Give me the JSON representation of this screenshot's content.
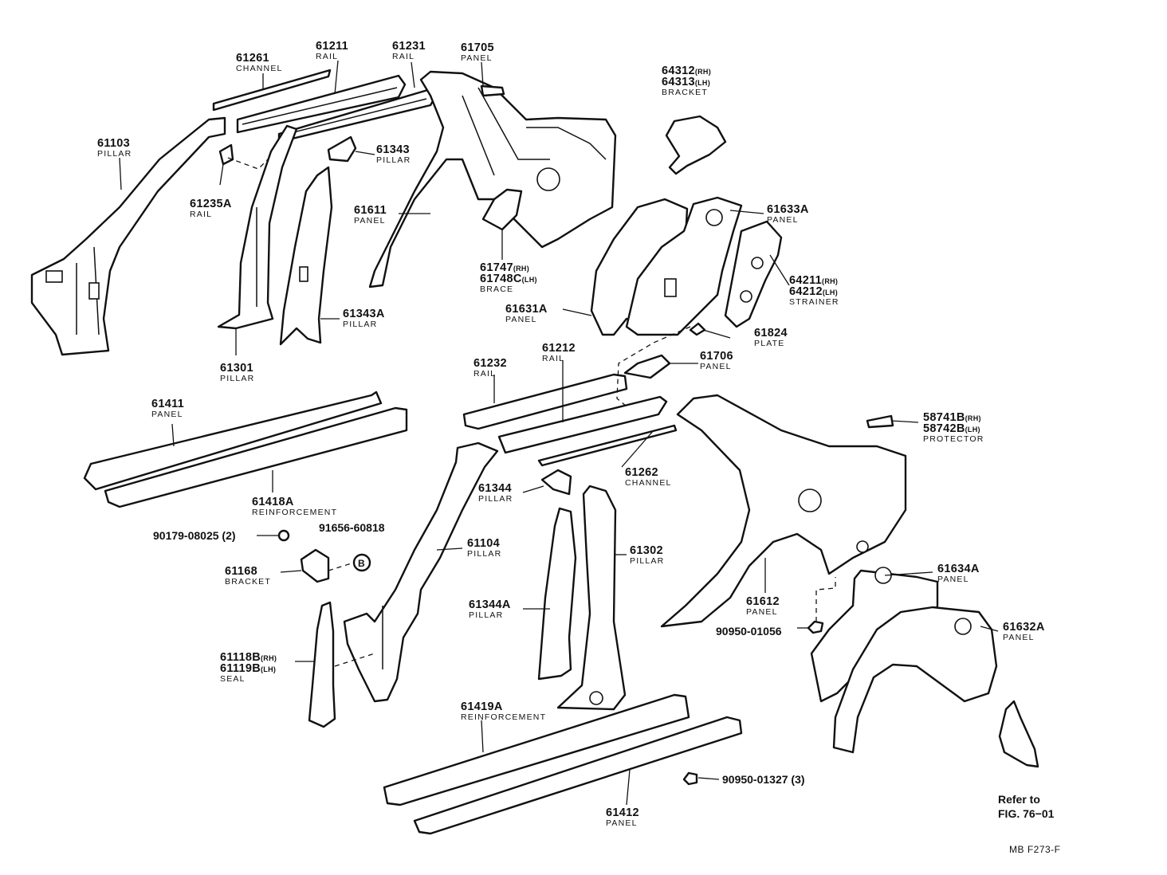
{
  "callouts": [
    {
      "id": "c61261",
      "part": "61261",
      "name": "CHANNEL"
    },
    {
      "id": "c61211",
      "part": "61211",
      "name": "RAIL"
    },
    {
      "id": "c61231",
      "part": "61231",
      "name": "RAIL"
    },
    {
      "id": "c61705",
      "part": "61705",
      "name": "PANEL"
    },
    {
      "id": "c64312",
      "part": "64312",
      "suffix": "(RH)",
      "part2": "64313",
      "suffix2": "(LH)",
      "name": "BRACKET"
    },
    {
      "id": "c61103",
      "part": "61103",
      "name": "PILLAR"
    },
    {
      "id": "c61343",
      "part": "61343",
      "name": "PILLAR"
    },
    {
      "id": "c61235A",
      "part": "61235A",
      "name": "RAIL"
    },
    {
      "id": "c61611",
      "part": "61611",
      "name": "PANEL"
    },
    {
      "id": "c61633A",
      "part": "61633A",
      "name": "PANEL"
    },
    {
      "id": "c61747",
      "part": "61747",
      "suffix": "(RH)",
      "part2": "61748C",
      "suffix2": "(LH)",
      "name": "BRACE"
    },
    {
      "id": "c64211",
      "part": "64211",
      "suffix": "(RH)",
      "part2": "64212",
      "suffix2": "(LH)",
      "name": "STRAINER"
    },
    {
      "id": "c61631A",
      "part": "61631A",
      "name": "PANEL"
    },
    {
      "id": "c61343A",
      "part": "61343A",
      "name": "PILLAR"
    },
    {
      "id": "c61824",
      "part": "61824",
      "name": "PLATE"
    },
    {
      "id": "c61301",
      "part": "61301",
      "name": "PILLAR"
    },
    {
      "id": "c61212",
      "part": "61212",
      "name": "RAIL"
    },
    {
      "id": "c61232",
      "part": "61232",
      "name": "RAIL"
    },
    {
      "id": "c61706",
      "part": "61706",
      "name": "PANEL"
    },
    {
      "id": "c61411",
      "part": "61411",
      "name": "PANEL"
    },
    {
      "id": "c58741B",
      "part": "58741B",
      "suffix": "(RH)",
      "part2": "58742B",
      "suffix2": "(LH)",
      "name": "PROTECTOR"
    },
    {
      "id": "c61262",
      "part": "61262",
      "name": "CHANNEL"
    },
    {
      "id": "c61344",
      "part": "61344",
      "name": "PILLAR"
    },
    {
      "id": "c61418A",
      "part": "61418A",
      "name": "REINFORCEMENT"
    },
    {
      "id": "c61104",
      "part": "61104",
      "name": "PILLAR"
    },
    {
      "id": "c61302",
      "part": "61302",
      "name": "PILLAR"
    },
    {
      "id": "c61168",
      "part": "61168",
      "name": "BRACKET"
    },
    {
      "id": "c61634A",
      "part": "61634A",
      "name": "PANEL"
    },
    {
      "id": "c61612",
      "part": "61612",
      "name": "PANEL"
    },
    {
      "id": "c61344A",
      "part": "61344A",
      "name": "PILLAR"
    },
    {
      "id": "c61632A",
      "part": "61632A",
      "name": "PANEL"
    },
    {
      "id": "c61118B",
      "part": "61118B",
      "suffix": "(RH)",
      "part2": "61119B",
      "suffix2": "(LH)",
      "name": "SEAL"
    },
    {
      "id": "c61419A",
      "part": "61419A",
      "name": "REINFORCEMENT"
    },
    {
      "id": "c61412",
      "part": "61412",
      "name": "PANEL"
    }
  ],
  "fasteners": {
    "f90179": "90179-08025 (2)",
    "f91656": "91656-60818",
    "f90950_01056": "90950-01056",
    "f90950_01327": "90950-01327 (3)",
    "callout_symbol": "B"
  },
  "reference": {
    "line1": "Refer to",
    "line2": "FIG. 76−01"
  },
  "diagram_code": "MB F273-F"
}
